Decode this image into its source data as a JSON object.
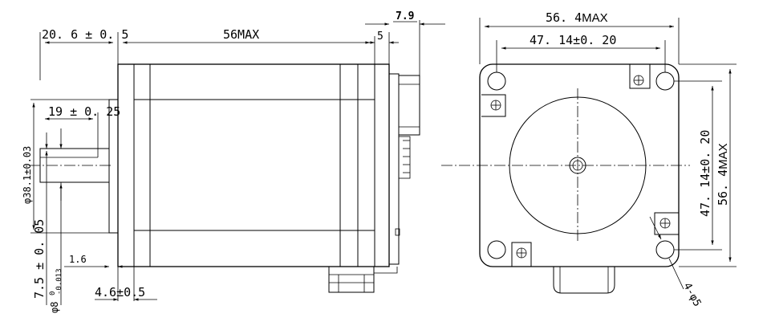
{
  "side_view": {
    "dim_shaft_length": "20. 6 ± 0. 5",
    "dim_body_length": "56MAX",
    "dim_rear_5": "5",
    "dim_rear_79": "7.9",
    "dim_shaft_flat": "19 ± 0. 25",
    "dim_boss_diameter": "φ38.1±0.03",
    "dim_boss_7_5": "7.5 ± 0. 05",
    "dim_shaft_diameter": "φ8",
    "dim_shaft_diameter_tol_upper": "0",
    "dim_shaft_diameter_tol_lower": "-0.013",
    "dim_boss_height": "1.6",
    "dim_flange_thickness": "4.6±0.5"
  },
  "front_view": {
    "dim_overall_width_num": "56. 4",
    "dim_overall_width_max": "MAX",
    "dim_hole_spacing_horizontal": "47. 14±0. 20",
    "dim_hole_spacing_vertical": "47. 14±0. 20",
    "dim_overall_height_num": "56. 4",
    "dim_overall_height_max": "MAX",
    "dim_hole_diameter": "4-φ5"
  }
}
